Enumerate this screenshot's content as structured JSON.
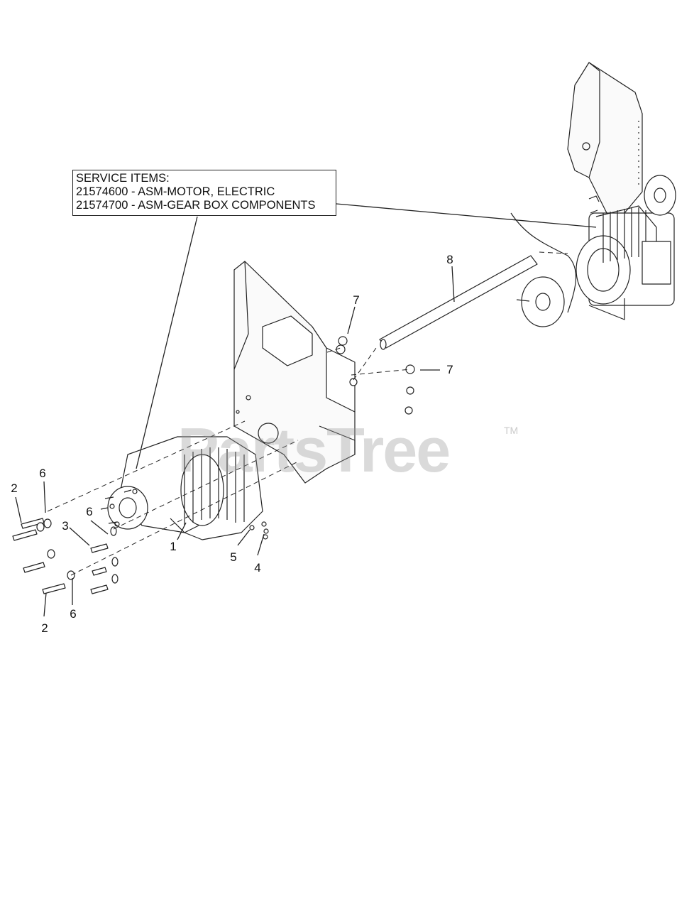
{
  "service_box": {
    "heading": "SERVICE ITEMS:",
    "items": [
      "21574600 - ASM-MOTOR, ELECTRIC",
      "21574700 - ASM-GEAR BOX COMPONENTS"
    ]
  },
  "callouts": {
    "c1": "1",
    "c2a": "2",
    "c2b": "2",
    "c3": "3",
    "c4": "4",
    "c5": "5",
    "c6a": "6",
    "c6b": "6",
    "c6c": "6",
    "c7a": "7",
    "c7b": "7",
    "c8": "8"
  },
  "watermark": {
    "text": "PartsTree",
    "tm": "TM"
  }
}
